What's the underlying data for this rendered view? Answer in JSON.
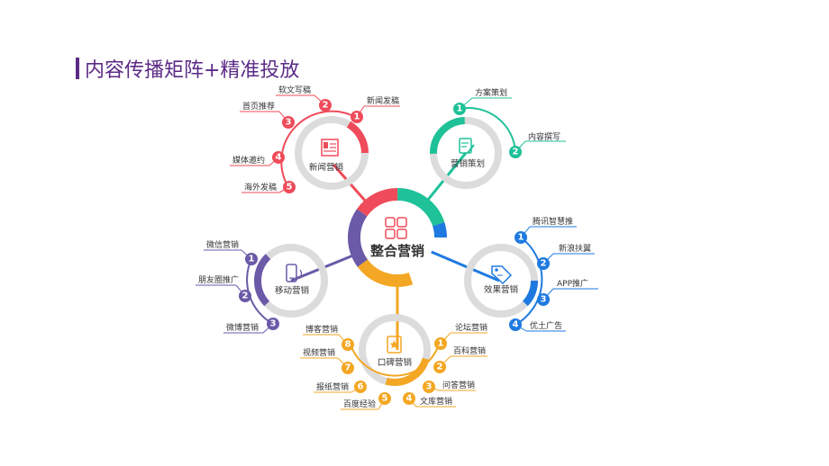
{
  "title": "内容传播矩阵+精准投放",
  "colors": {
    "title": "#5b2a86",
    "red": "#ef4b5a",
    "teal": "#1fc198",
    "blue": "#1e7ae0",
    "orange": "#f3a724",
    "purple": "#6a5aa8",
    "ring": "#dcdcdc"
  },
  "center": {
    "name": "整合营销",
    "icon": "grid-icon"
  },
  "hubs": {
    "news": {
      "name": "新闻营销",
      "icon": "newspaper-icon",
      "items": [
        {
          "num": "1",
          "label": "新闻发稿"
        },
        {
          "num": "2",
          "label": "软文写稿"
        },
        {
          "num": "3",
          "label": "首页推荐"
        },
        {
          "num": "4",
          "label": "媒体邀约"
        },
        {
          "num": "5",
          "label": "海外发稿"
        }
      ]
    },
    "plan": {
      "name": "营销策划",
      "icon": "document-pen-icon",
      "items": [
        {
          "num": "1",
          "label": "方案策划"
        },
        {
          "num": "2",
          "label": "内容撰写"
        }
      ]
    },
    "effect": {
      "name": "效果营销",
      "icon": "tag-icon",
      "items": [
        {
          "num": "1",
          "label": "腾讯智慧推"
        },
        {
          "num": "2",
          "label": "新浪扶翼"
        },
        {
          "num": "3",
          "label": "APP推广"
        },
        {
          "num": "4",
          "label": "优土广告"
        }
      ]
    },
    "mobile": {
      "name": "移动营销",
      "icon": "phone-icon",
      "items": [
        {
          "num": "1",
          "label": "微信营销"
        },
        {
          "num": "2",
          "label": "朋友圈推广"
        },
        {
          "num": "3",
          "label": "微博营销"
        }
      ]
    },
    "wom": {
      "name": "口碑营销",
      "icon": "star-document-icon",
      "items": [
        {
          "num": "1",
          "label": "论坛营销"
        },
        {
          "num": "2",
          "label": "百科营销"
        },
        {
          "num": "3",
          "label": "问答营销"
        },
        {
          "num": "4",
          "label": "文库营销"
        },
        {
          "num": "5",
          "label": "百度经验"
        },
        {
          "num": "6",
          "label": "报纸营销"
        },
        {
          "num": "7",
          "label": "视频营销"
        },
        {
          "num": "8",
          "label": "博客营销"
        }
      ]
    }
  }
}
